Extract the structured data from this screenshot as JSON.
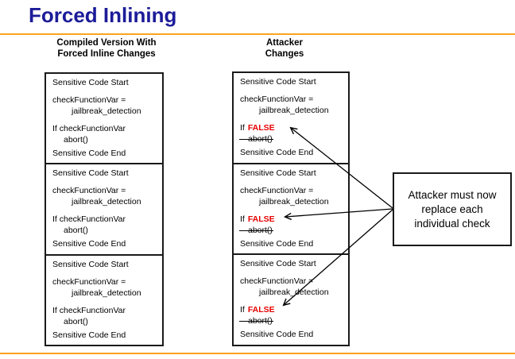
{
  "slide": {
    "title": "Forced Inlining",
    "title_color": "#1c1c99",
    "rule_color": "#faa21e"
  },
  "columns": {
    "left_header": "Compiled Version With\nForced Inline Changes",
    "right_header": "Attacker\nChanges"
  },
  "left_box": {
    "sections": [
      {
        "start": "Sensitive Code Start",
        "assign1": "checkFunctionVar =",
        "assign2": "jailbreak_detection",
        "if_line": "If checkFunctionVar",
        "abort": "abort()",
        "end": "Sensitive Code End"
      },
      {
        "start": "Sensitive Code Start",
        "assign1": "checkFunctionVar =",
        "assign2": "jailbreak_detection",
        "if_line": "If checkFunctionVar",
        "abort": "abort()",
        "end": "Sensitive Code End"
      },
      {
        "start": "Sensitive Code Start",
        "assign1": "checkFunctionVar =",
        "assign2": "jailbreak_detection",
        "if_line": "If checkFunctionVar",
        "abort": "abort()",
        "end": "Sensitive Code End"
      }
    ]
  },
  "right_box": {
    "false_color": "#e60000",
    "sections": [
      {
        "start": "Sensitive Code Start",
        "assign1": "checkFunctionVar =",
        "assign2": "jailbreak_detection",
        "if_prefix": "If",
        "if_false": "FALSE",
        "abort": "abort()",
        "end": "Sensitive Code End"
      },
      {
        "start": "Sensitive Code Start",
        "assign1": "checkFunctionVar =",
        "assign2": "jailbreak_detection",
        "if_prefix": "If",
        "if_false": "FALSE",
        "abort": "abort()",
        "end": "Sensitive Code End"
      },
      {
        "start": "Sensitive Code Start",
        "assign1": "checkFunctionVar =",
        "assign2": "jailbreak_detection",
        "if_prefix": "If",
        "if_false": "FALSE",
        "abort": "abort()",
        "end": "Sensitive Code End"
      }
    ]
  },
  "callout": {
    "text": "Attacker must now replace each individual check"
  }
}
